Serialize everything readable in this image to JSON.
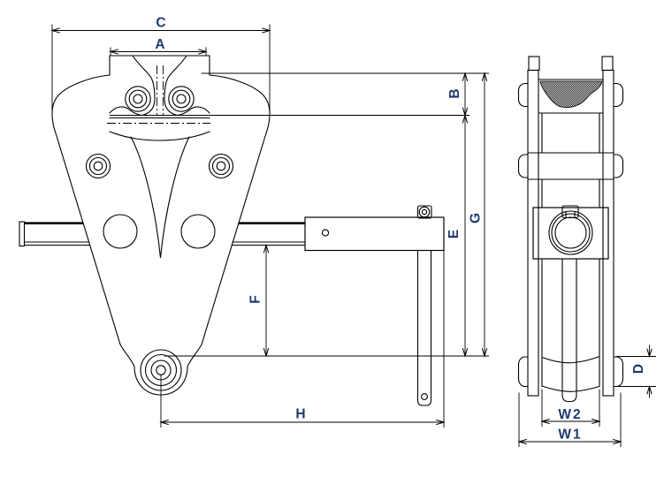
{
  "diagram": {
    "type": "engineering-drawing",
    "subject": "beam clamp two-view dimension drawing",
    "background": "#ffffff",
    "line_color": "#000000",
    "label_color": "#1f3a6d",
    "dimension_labels": [
      {
        "id": "C",
        "text": "C",
        "view": "front",
        "axis": "horizontal"
      },
      {
        "id": "A",
        "text": "A",
        "view": "front",
        "axis": "horizontal"
      },
      {
        "id": "B",
        "text": "B",
        "view": "front",
        "axis": "vertical"
      },
      {
        "id": "G",
        "text": "G",
        "view": "front",
        "axis": "vertical"
      },
      {
        "id": "E",
        "text": "E",
        "view": "front",
        "axis": "vertical"
      },
      {
        "id": "F",
        "text": "F",
        "view": "front",
        "axis": "vertical"
      },
      {
        "id": "H",
        "text": "H",
        "view": "front",
        "axis": "horizontal"
      },
      {
        "id": "D",
        "text": "D",
        "view": "side",
        "axis": "vertical"
      },
      {
        "id": "W2",
        "text": "W2",
        "view": "side",
        "axis": "horizontal"
      },
      {
        "id": "W1",
        "text": "W1",
        "view": "side",
        "axis": "horizontal"
      }
    ]
  }
}
